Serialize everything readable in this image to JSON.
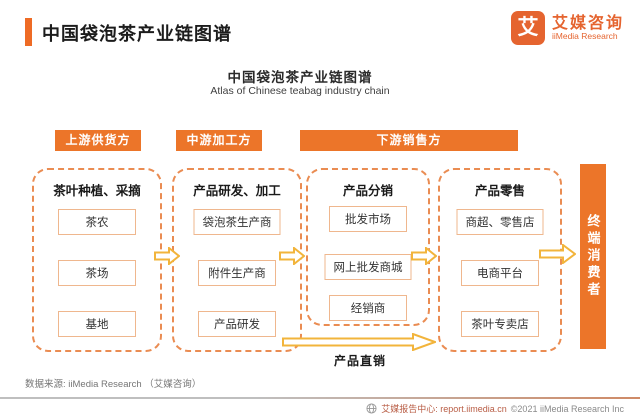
{
  "header": {
    "title": "中国袋泡茶产业链图谱"
  },
  "logo": {
    "icon_char": "艾",
    "name_cn": "艾媒咨询",
    "name_en": "iiMedia Research"
  },
  "diagram": {
    "title": "中国袋泡茶产业链图谱",
    "subtitle": "Atlas of Chinese teabag industry chain",
    "stages": [
      {
        "label": "上游供货方"
      },
      {
        "label": "中游加工方"
      },
      {
        "label": "下游销售方"
      }
    ],
    "columns": [
      {
        "header": "茶叶种植、采摘",
        "items": [
          "茶农",
          "茶场",
          "基地"
        ]
      },
      {
        "header": "产品研发、加工",
        "items": [
          "袋泡茶生产商",
          "附件生产商",
          "产品研发"
        ]
      },
      {
        "header": "产品分销",
        "items": [
          "批发市场",
          "网上批发商城",
          "经销商"
        ]
      },
      {
        "header": "产品零售",
        "items": [
          "商超、零售店",
          "电商平台",
          "茶叶专卖店"
        ]
      }
    ],
    "consumer_label": "终端消费者",
    "direct_sales_label": "产品直销"
  },
  "footer": {
    "source": "数据来源: iiMedia Research （艾媒咨询）",
    "report_center": "艾媒报告中心: report.iimedia.cn",
    "copyright": "©2021 iiMedia Research Inc"
  },
  "colors": {
    "accent_orange": "#ec7529",
    "logo_orange": "#e5642f",
    "dashed_border": "#ea8c52",
    "item_border": "#efb78e",
    "arrow_gold": "#f2b43b"
  }
}
